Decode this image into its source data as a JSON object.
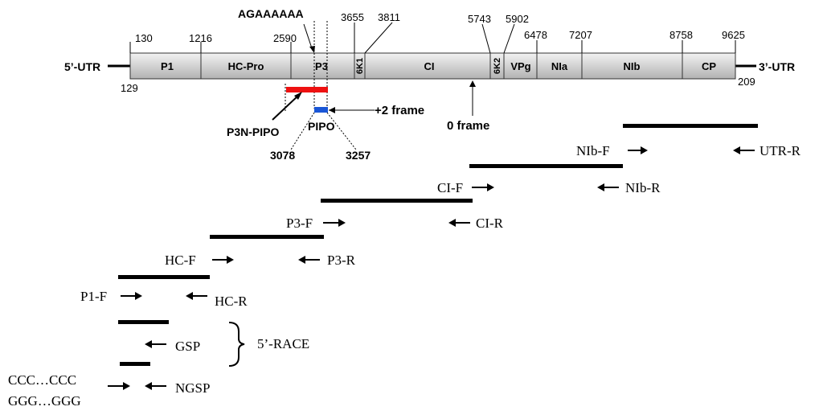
{
  "genome": {
    "utr5_label": "5’-UTR",
    "utr3_label": "3’-UTR",
    "start_top": "130",
    "start_bottom": "129",
    "end_bottom": "209",
    "positions": [
      "1216",
      "2590",
      "3655",
      "3811",
      "5743",
      "5902",
      "6478",
      "7207",
      "8758",
      "9625"
    ],
    "segments": [
      "P1",
      "HC-Pro",
      "P3",
      "6K1",
      "CI",
      "6K2",
      "VPg",
      "NIa",
      "NIb",
      "CP"
    ],
    "slippery_seq": "AGAAAAAA",
    "p3n_pipo_label": "P3N-PIPO",
    "pipo_label": "PIPO",
    "pipo_start": "3078",
    "pipo_end": "3257",
    "frame_plus2": "+2 frame",
    "frame_zero": "0 frame"
  },
  "colors": {
    "p3n_pipo": "#ee1111",
    "pipo": "#1a56d6",
    "genome_fill": "#d6d6d6"
  },
  "primers": {
    "nib_f": "NIb-F",
    "utr_r": "UTR-R",
    "ci_f": "CI-F",
    "nib_r": "NIb-R",
    "p3_f": "P3-F",
    "ci_r": "CI-R",
    "hc_f": "HC-F",
    "p3_r": "P3-R",
    "p1_f": "P1-F",
    "hc_r": "HC-R",
    "gsp": "GSP",
    "race": "5’-RACE",
    "ccc": "CCC…CCC",
    "ggg": "GGG…GGG",
    "ngsp": "NGSP"
  }
}
